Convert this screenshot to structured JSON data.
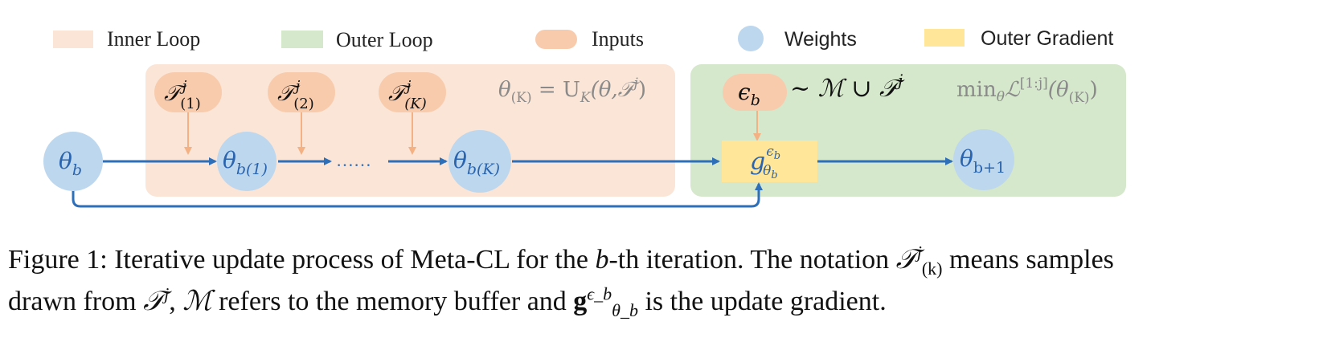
{
  "legend": [
    {
      "label": "Inner Loop",
      "color": "#fbe5d6"
    },
    {
      "label": "Outer Loop",
      "color": "#d5e8cc"
    },
    {
      "label": "Inputs",
      "color": "#f8cbad"
    },
    {
      "label": "Weights",
      "color": "#bdd7ee"
    },
    {
      "label": "Outer Gradient",
      "color": "#ffe699"
    }
  ],
  "colors": {
    "inner_bg": "#fbe5d6",
    "outer_bg": "#d5e8cc",
    "input_node": "#f8cbad",
    "weight_node": "#bdd7ee",
    "gradient_box": "#ffe699",
    "arrow_blue": "#2e6fba",
    "arrow_orange": "#f4b183"
  },
  "nodes": {
    "theta_b": {
      "base": "θ",
      "sub": "b"
    },
    "theta_b1": {
      "base": "θ",
      "sub": "b(1)"
    },
    "theta_bK": {
      "base": "θ",
      "sub": "b(K)"
    },
    "theta_bp1": {
      "base": "θ",
      "sub": "b+1"
    },
    "ellipsis": "……",
    "gradient": {
      "base": "g",
      "sup": "ϵ",
      "sup_sub": "b",
      "sub": "θ",
      "sub_sub": "b"
    }
  },
  "inputs": [
    {
      "base": "𝒯",
      "sup": "j",
      "sub": "(1)"
    },
    {
      "base": "𝒯",
      "sup": "j",
      "sub": "(2)"
    },
    {
      "base": "𝒯",
      "sup": "j",
      "sub": "(K)"
    }
  ],
  "epsilon": {
    "base": "ϵ",
    "sub": "b"
  },
  "formulas": {
    "inner": {
      "lhs": "θ",
      "lhs_sub": "(K)",
      "eq": " = U",
      "U_sub": "K",
      "args": "(θ,𝒯",
      "args_sup": "j",
      "close": ")"
    },
    "sampling": {
      "tilde": "~ ",
      "M": "ℳ",
      "cup": " ∪ ",
      "T": "𝒯",
      "T_sup": "j"
    },
    "outer": {
      "min": "min",
      "min_sub": "θ",
      "L": "ℒ",
      "L_sup": "[1:j]",
      "arg_open": "(θ",
      "arg_sub": "(K)",
      "arg_close": ")"
    }
  },
  "caption": {
    "l1_a": "Figure 1: Iterative update process of Meta-CL for the ",
    "l1_b": "b",
    "l1_c": "-th iteration. The notation ",
    "l1_T": "𝒯",
    "l1_T_sup": "j",
    "l1_T_sub": "(k)",
    "l1_d": " means samples",
    "l2_a": "drawn from ",
    "l2_T": "𝒯",
    "l2_T_sup": "j",
    "l2_b": ", ",
    "l2_M": "ℳ",
    "l2_c": " refers to the memory buffer and ",
    "l2_g": "g",
    "l2_g_sup": "ϵ_b",
    "l2_g_sub": "θ_b",
    "l2_d": " is the update gradient."
  }
}
